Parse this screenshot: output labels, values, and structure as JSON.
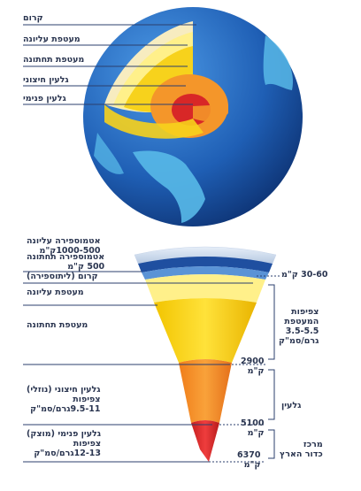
{
  "top_labels": {
    "crust": "קרום",
    "upper_mantle": "מעטפת עליונה",
    "lower_mantle": "מעטפת תחתונה",
    "outer_core": "גלעין חיצוני",
    "inner_core": "גלעין פנימי"
  },
  "section": {
    "upper_atmosphere": "אטמוספירה עליונה\n1000-500ק\"מ",
    "lower_atmosphere": "אטמוספירה תחתונה\n500 ק\"מ",
    "crust": "קרום (ליתוספירה)",
    "crust_depth": "30-60 ק\"מ",
    "upper_mantle": "מעטפת עליונה",
    "lower_mantle": "מעטפת תחתונה",
    "mantle_density": "צפיפות\nהמעטפת\n3.5-5.5\nגרם/סמ\"ק",
    "mantle_depth": "2900\nק\"מ",
    "outer_core": "גלעין חיצוני (נוזלי)\nצפיפות\n9.5-11גרם/סמ\"ק",
    "core": "גלעין",
    "outer_core_depth": "5100\nק\"מ",
    "inner_core": "גלעין פנימי (מוצק)\nצפיפות\n12-13גרם/סמ\"ק",
    "center": "מרכז\nכדור הארץ",
    "center_depth": "6370\nק\"מ"
  },
  "colors": {
    "ocean": "#1f5fb5",
    "land": "#58b9e8",
    "crust": "#f7ecc0",
    "upper_mantle": "#fff08a",
    "lower_mantle": "#f7d21c",
    "outer_core": "#f4962a",
    "inner_core": "#d82727",
    "line": "#2b3f6e"
  }
}
